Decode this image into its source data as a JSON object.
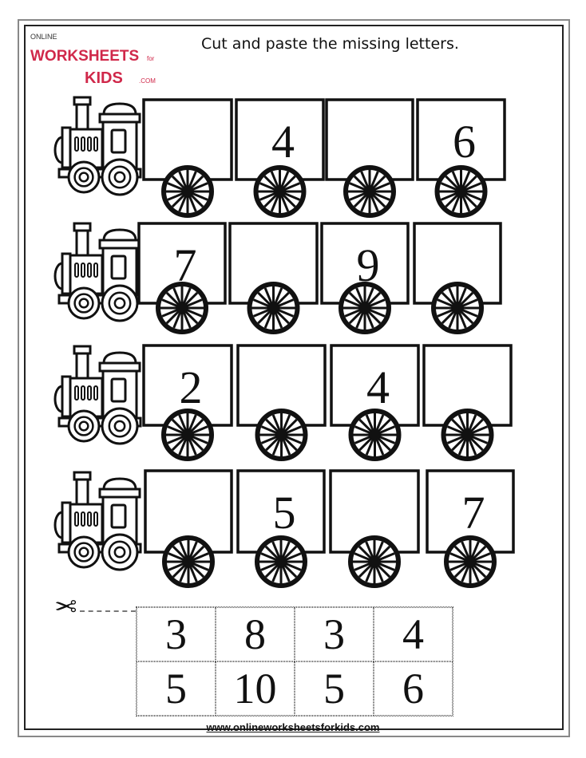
{
  "header": {
    "title": "Cut and paste the missing letters.",
    "logo": {
      "top": "ONLINE",
      "main": "WORKSHEETS",
      "for": "for",
      "kids": "KIDS",
      "com": ".COM",
      "color": "#d0284a"
    }
  },
  "trains": [
    {
      "cars": [
        "",
        "4",
        "",
        "6"
      ]
    },
    {
      "cars": [
        "7",
        "",
        "9",
        ""
      ]
    },
    {
      "cars": [
        "2",
        "",
        "4",
        ""
      ]
    },
    {
      "cars": [
        "",
        "5",
        "",
        "7"
      ]
    }
  ],
  "cutouts": {
    "icon": "scissors-icon",
    "rows": [
      [
        "3",
        "8",
        "3",
        "4"
      ],
      [
        "5",
        "10",
        "5",
        "6"
      ]
    ]
  },
  "footer": {
    "url": "www.onlineworksheetsforkids.com"
  }
}
